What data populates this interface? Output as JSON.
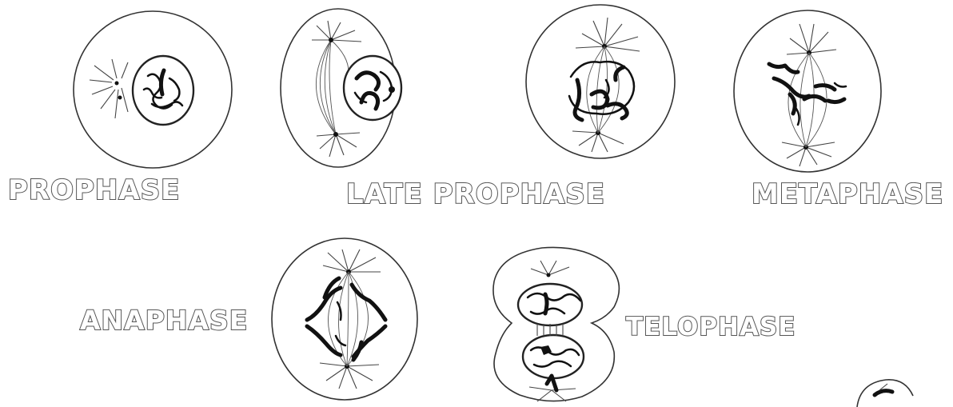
{
  "labels": {
    "prophase": "PROPHASE",
    "late_prophase": "LATE PROPHASE",
    "metaphase": "METAPHASE",
    "anaphase": "ANAPHASE",
    "telophase": "TELOPHASE"
  },
  "colors": {
    "line": "#333333",
    "label_outline": "#555555",
    "background": "#ffffff"
  }
}
